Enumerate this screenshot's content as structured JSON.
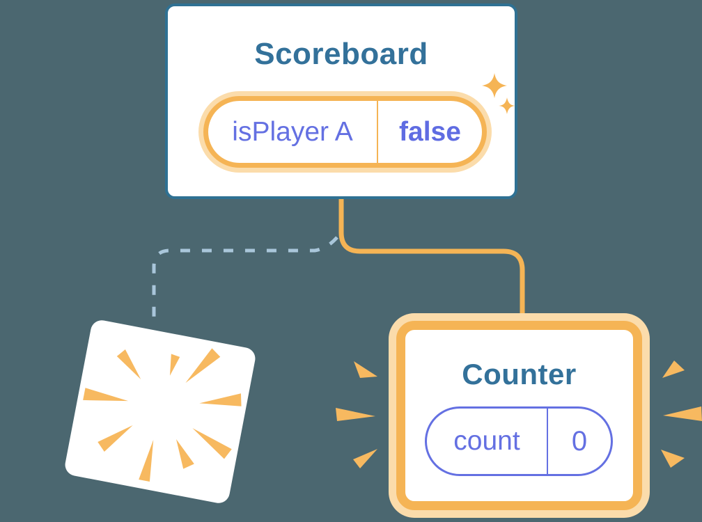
{
  "diagram": {
    "description_hidden": "",
    "scoreboard": {
      "title": "Scoreboard",
      "state": {
        "key": "isPlayer A",
        "value": "false"
      }
    },
    "counter": {
      "title": "Counter",
      "state": {
        "key": "count",
        "value": "0"
      }
    }
  },
  "icons": {
    "sparkle-icon": "✦",
    "poof-icon": "radial orange burst wedges",
    "emphasis-icon": "orange emphasis wedges"
  },
  "colors": {
    "background": "#4b6770",
    "card_background": "#ffffff",
    "component_border_teal": "#2f7193",
    "title_teal": "#33719a",
    "state_orange": "#f5b455",
    "state_orange_glow": "#fbdcab",
    "state_purple": "#6470e2",
    "dashed_line_blue": "#a9c6da",
    "burst_orange": "#f7b960"
  }
}
